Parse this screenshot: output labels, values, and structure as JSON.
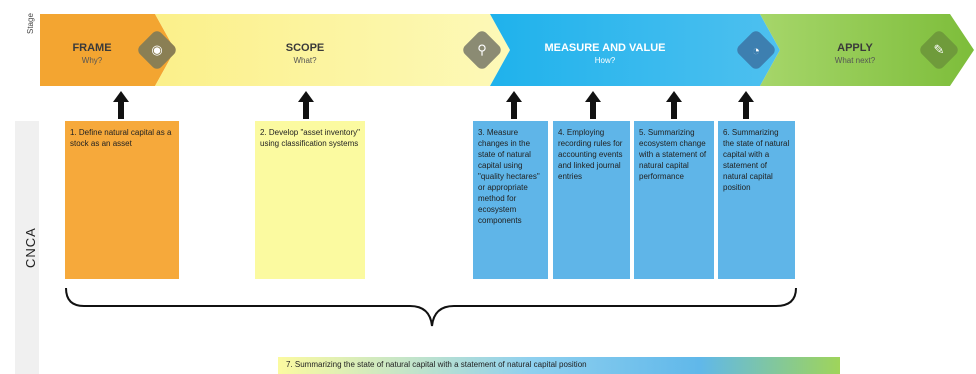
{
  "stage": {
    "label": "Stage",
    "segments": [
      {
        "title": "FRAME",
        "sub": "Why?"
      },
      {
        "title": "SCOPE",
        "sub": "What?"
      },
      {
        "title": "MEASURE AND VALUE",
        "sub": "How?"
      },
      {
        "title": "APPLY",
        "sub": "What next?"
      }
    ]
  },
  "side_label": "CNCA",
  "boxes": [
    {
      "text": "1. Define natural capital as a stock as an asset"
    },
    {
      "text": "2. Develop \"asset inventory\" using classification systems"
    },
    {
      "text": "3. Measure changes in the state of natural capital using \"quality hectares\" or appropriate method for ecosystem components"
    },
    {
      "text": "4. Employing recording rules for accounting events and linked journal entries"
    },
    {
      "text": "5. Summarizing ecosystem change with a statement of natural capital performance"
    },
    {
      "text": "6. Summarizing the state of natural capital with a statement of natural capital position"
    }
  ],
  "bottom_banner": "7. Summarizing the state of natural capital with a statement of natural capital position",
  "colors": {
    "frame": "#f3a531",
    "scope": "#fbf59a",
    "measure": "#2fb0ea",
    "apply": "#8cc63f"
  },
  "icons": [
    "lightbulb-icon",
    "magnifier-icon",
    "chart-icon",
    "clipboard-icon"
  ]
}
